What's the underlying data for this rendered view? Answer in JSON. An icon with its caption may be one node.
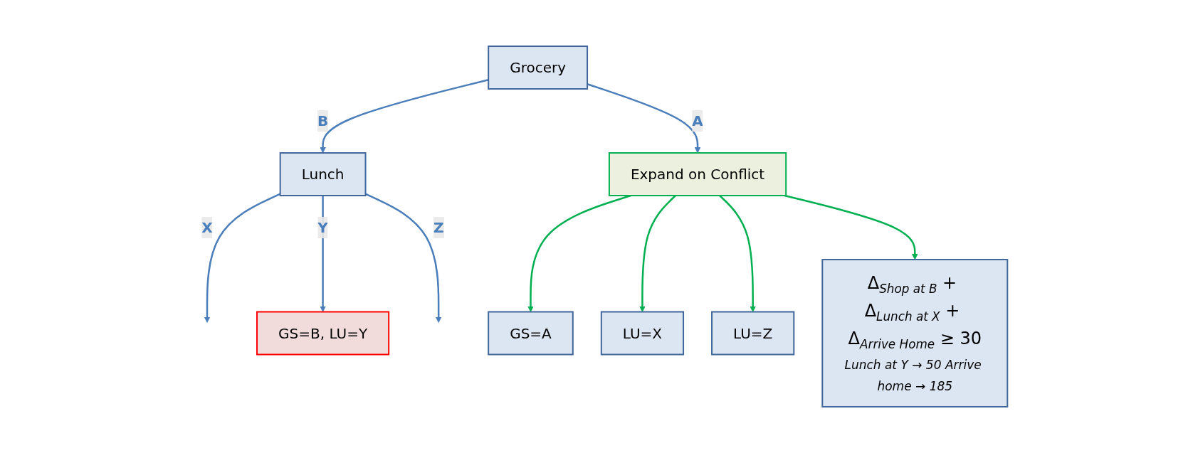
{
  "diagram": {
    "nodes": [
      {
        "text": [
          "Grocery"
        ]
      },
      {
        "text": [
          "Lunch"
        ]
      },
      {
        "text": [
          "Expand on Conflict"
        ]
      },
      {
        "text": [
          "GS=B, LU=Y"
        ]
      },
      {
        "text": [
          "GS=A"
        ]
      },
      {
        "text": [
          "LU=X"
        ]
      },
      {
        "text": [
          "LU=Z"
        ]
      },
      {
        "text": [
          "Δ$_{Shop at B}$ + Δ$_{Lunch at X}$ + Δ$_{Arrive Home}$ ≥ 30",
          "Lunch at Y → 50 Arrive home → 185"
        ]
      }
    ],
    "edges": [
      {
        "from": 0,
        "to": 1,
        "arrow": "to",
        "label": "B"
      },
      {
        "from": 0,
        "to": 2,
        "arrow": "to",
        "label": "A"
      },
      {
        "from": 1,
        "to": null,
        "arrow": "to",
        "label": "X"
      },
      {
        "from": 1,
        "to": 3,
        "arrow": "to",
        "label": "Y"
      },
      {
        "from": 1,
        "to": null,
        "arrow": "to",
        "label": "Z"
      },
      {
        "from": 2,
        "to": 4,
        "arrow": "to",
        "color": "#00b050"
      },
      {
        "from": 2,
        "to": 5,
        "arrow": "to",
        "color": "#00b050"
      },
      {
        "from": 2,
        "to": 6,
        "arrow": "to",
        "color": "#00b050"
      },
      {
        "from": 2,
        "to": 7,
        "arrow": "to",
        "color": "#00b050"
      }
    ]
  }
}
